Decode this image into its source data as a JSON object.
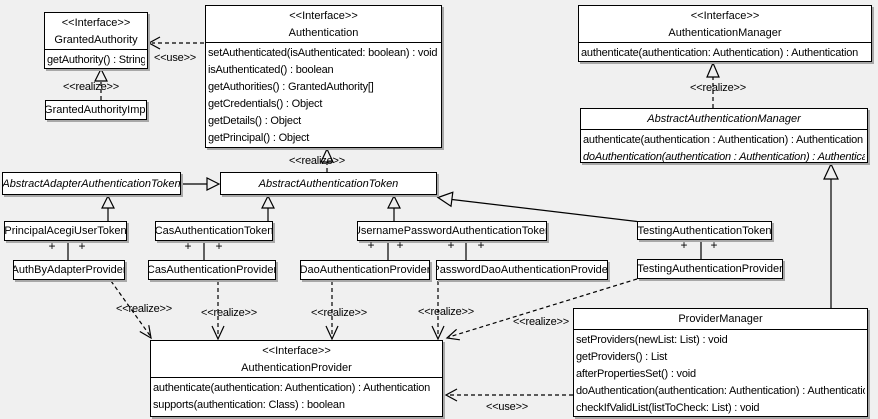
{
  "colors": {
    "background": "#f0f0f0",
    "box_fill": "#ffffff",
    "line": "#000000",
    "shadow": "#a8a8a8"
  },
  "labels": {
    "realize": "<<realize>>",
    "use": "<<use>>",
    "plus": "+"
  },
  "classes": {
    "granted_authority": {
      "stereotype": "<<Interface>>",
      "name": "GrantedAuthority",
      "methods": [
        "getAuthority() : String"
      ]
    },
    "granted_authority_impl": {
      "name": "GrantedAuthorityImpl"
    },
    "authentication": {
      "stereotype": "<<Interface>>",
      "name": "Authentication",
      "methods": [
        "setAuthenticated(isAuthenticated: boolean) : void",
        "isAuthenticated() : boolean",
        "getAuthorities() : GrantedAuthority[]",
        "getCredentials() : Object",
        "getDetails() : Object",
        "getPrincipal() : Object"
      ]
    },
    "authentication_manager": {
      "stereotype": "<<Interface>>",
      "name": "AuthenticationManager",
      "methods": [
        "authenticate(authentication: Authentication) : Authentication"
      ]
    },
    "abstract_authentication_manager": {
      "name": "AbstractAuthenticationManager",
      "methods": [
        "authenticate(authentication : Authentication) : Authentication",
        "doAuthentication(authentication : Authentication) : Authentication"
      ]
    },
    "abstract_adapter_authentication_token": {
      "name": "AbstractAdapterAuthenticationToken"
    },
    "abstract_authentication_token": {
      "name": "AbstractAuthenticationToken"
    },
    "principal_acegi_user_token": {
      "name": "PrincipalAcegiUserToken"
    },
    "cas_authentication_token": {
      "name": "CasAuthenticationToken"
    },
    "username_password_authentication_token": {
      "name": "UsernamePasswordAuthenticationToken"
    },
    "testing_authentication_token": {
      "name": "TestingAuthenticationToken"
    },
    "auth_by_adapter_provider": {
      "name": "AuthByAdapterProvider"
    },
    "cas_authentication_provider": {
      "name": "CasAuthenticationProvider"
    },
    "dao_authentication_provider": {
      "name": "DaoAuthenticationProvider"
    },
    "password_dao_authentication_provider": {
      "name": "PasswordDaoAuthenticationProvider"
    },
    "testing_authentication_provider": {
      "name": "TestingAuthenticationProvider"
    },
    "authentication_provider": {
      "stereotype": "<<Interface>>",
      "name": "AuthenticationProvider",
      "methods": [
        "authenticate(authentication: Authentication) : Authentication",
        "supports(authentication: Class) : boolean"
      ]
    },
    "provider_manager": {
      "name": "ProviderManager",
      "methods": [
        "setProviders(newList: List) : void",
        "getProviders() : List",
        "afterPropertiesSet() : void",
        "doAuthentication(authentication: Authentication) : Authentication",
        "checkIfValidList(listToCheck: List) : void"
      ]
    }
  }
}
